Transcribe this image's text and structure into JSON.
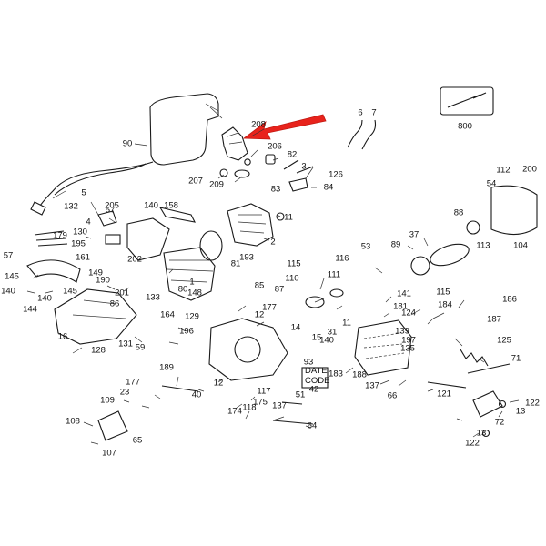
{
  "diagram": {
    "highlight_color": "#e8231c",
    "line_color": "#1a1a1a",
    "labels": [
      "90",
      "208",
      "6",
      "7",
      "800",
      "206",
      "82",
      "3",
      "126",
      "207",
      "209",
      "83",
      "84",
      "112",
      "200",
      "54",
      "5",
      "132",
      "205",
      "140",
      "158",
      "57",
      "11",
      "4",
      "179",
      "130",
      "195",
      "2",
      "88",
      "37",
      "113",
      "104",
      "193",
      "115",
      "53",
      "89",
      "57",
      "161",
      "145",
      "140",
      "140",
      "145",
      "190",
      "86",
      "201",
      "149",
      "148",
      "133",
      "81",
      "80",
      "1",
      "116",
      "115",
      "111",
      "110",
      "87",
      "141",
      "181",
      "124",
      "186",
      "184",
      "187",
      "144",
      "16",
      "128",
      "131",
      "59",
      "202",
      "129",
      "85",
      "177",
      "12",
      "164",
      "196",
      "139",
      "197",
      "135",
      "14",
      "31",
      "140",
      "125",
      "71",
      "189",
      "40",
      "12",
      "117",
      "175",
      "118",
      "174",
      "137",
      "51",
      "42",
      "93",
      "183",
      "188",
      "137",
      "66",
      "121",
      "122",
      "13",
      "72",
      "177",
      "23",
      "109",
      "108",
      "65",
      "107",
      "64",
      "13",
      "122",
      "15",
      "11"
    ],
    "date_code_label": "DATE\nCODE"
  }
}
